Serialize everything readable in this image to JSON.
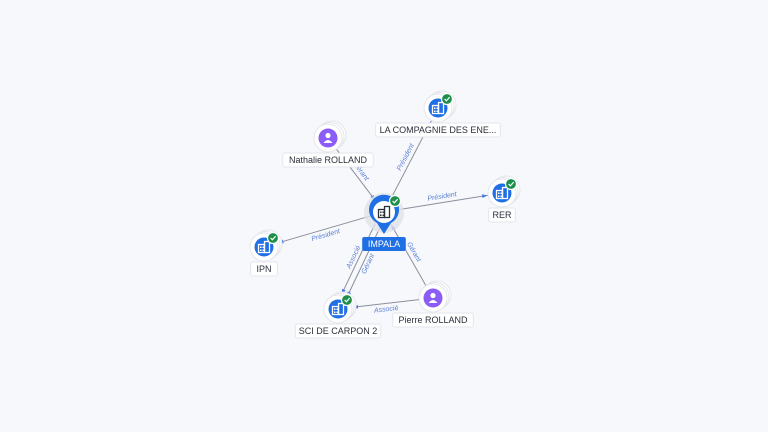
{
  "colors": {
    "company": "#1f6fe5",
    "person": "#8b5cf6",
    "verified": "#1d8f4a",
    "edge": "#8a8f9c",
    "edge_label": "#5b7fd6"
  },
  "icons": {
    "company": "building-icon",
    "person": "person-icon",
    "verified": "check-badge-icon"
  },
  "nodes": [
    {
      "id": "impala",
      "label": "IMPALA",
      "type": "company",
      "center": true,
      "verified": true
    },
    {
      "id": "compagnie",
      "label": "LA COMPAGNIE DES ENE...",
      "type": "company",
      "verified": true
    },
    {
      "id": "nathalie",
      "label": "Nathalie ROLLAND",
      "type": "person",
      "verified": false
    },
    {
      "id": "rer",
      "label": "RER",
      "type": "company",
      "verified": true
    },
    {
      "id": "ipn",
      "label": "IPN",
      "type": "company",
      "verified": true
    },
    {
      "id": "sci",
      "label": "SCI DE CARPON 2",
      "type": "company",
      "verified": true
    },
    {
      "id": "pierre",
      "label": "Pierre ROLLAND",
      "type": "person",
      "verified": false
    }
  ],
  "edges": [
    {
      "from": "impala",
      "to": "compagnie",
      "label": "Président"
    },
    {
      "from": "nathalie",
      "to": "impala",
      "label": "Gérant"
    },
    {
      "from": "impala",
      "to": "rer",
      "label": "Président"
    },
    {
      "from": "impala",
      "to": "ipn",
      "label": "Président"
    },
    {
      "from": "impala",
      "to": "sci",
      "label": "Gérant"
    },
    {
      "from": "impala",
      "to": "sci",
      "label": "Associé"
    },
    {
      "from": "pierre",
      "to": "impala",
      "label": "Gérant"
    },
    {
      "from": "pierre",
      "to": "sci",
      "label": "Associé"
    }
  ]
}
